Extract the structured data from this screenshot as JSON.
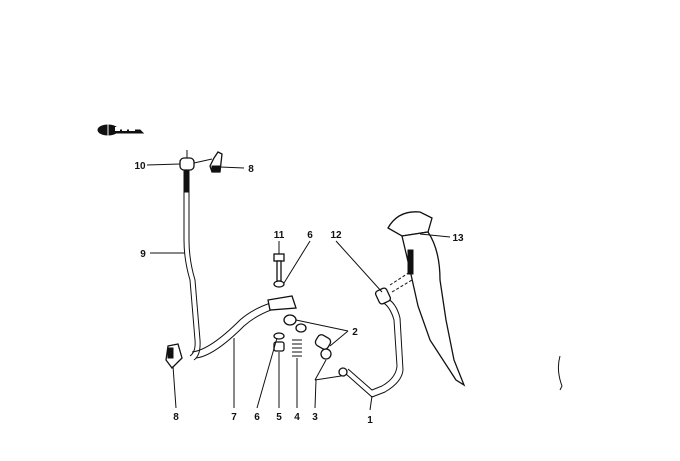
{
  "diagram": {
    "title": "Pedal linkage parts diagram",
    "callouts": [
      {
        "id": "10",
        "label": "10"
      },
      {
        "id": "8-top",
        "label": "8"
      },
      {
        "id": "9",
        "label": "9"
      },
      {
        "id": "11",
        "label": "11"
      },
      {
        "id": "6-top",
        "label": "6"
      },
      {
        "id": "12",
        "label": "12"
      },
      {
        "id": "13",
        "label": "13"
      },
      {
        "id": "2",
        "label": "2"
      },
      {
        "id": "8-bottom",
        "label": "8"
      },
      {
        "id": "7",
        "label": "7"
      },
      {
        "id": "6-bottom",
        "label": "6"
      },
      {
        "id": "5",
        "label": "5"
      },
      {
        "id": "4",
        "label": "4"
      },
      {
        "id": "3",
        "label": "3"
      },
      {
        "id": "1",
        "label": "1"
      }
    ]
  }
}
